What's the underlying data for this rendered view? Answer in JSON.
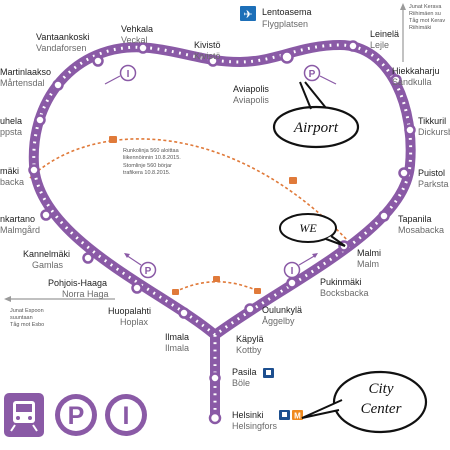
{
  "colors": {
    "rail": "#8a5aa6",
    "rail_light": "#b596c7",
    "bus_route": "#e07a3a",
    "airport_box": "#1d6fb8",
    "text": "#1e1e1e",
    "grey": "#9a9a9a"
  },
  "stations": {
    "lentoasema": {
      "fi": "Lentoasema",
      "sv": "Flygplatsen"
    },
    "leinela": {
      "fi": "Leinelä",
      "sv": "Lejle"
    },
    "kivisto": {
      "fi": "Kivistö",
      "sv": "Kivistö"
    },
    "vehkala": {
      "fi": "Vehkala",
      "sv": "Veckal"
    },
    "vantaankoski": {
      "fi": "Vantaankoski",
      "sv": "Vandaforsen"
    },
    "martinlaakso": {
      "fi": "Martinlaakso",
      "sv": "Mårtensdal"
    },
    "louhela": {
      "fi": "uhela",
      "sv": "ppsta"
    },
    "myyrmaki": {
      "fi": "mäki",
      "sv": "backa"
    },
    "malminkartano": {
      "fi": "nkartano",
      "sv": "Malmgård"
    },
    "kannelmaki": {
      "fi": "Kannelmäki",
      "sv": "Gamlas"
    },
    "pohjois_haaga": {
      "fi": "Pohjois-Haaga",
      "sv": "Norra Haga"
    },
    "huopalahti": {
      "fi": "Huopalahti",
      "sv": "Hoplax"
    },
    "ilmala": {
      "fi": "Ilmala",
      "sv": "Ilmala"
    },
    "pasila": {
      "fi": "Pasila",
      "sv": "Böle"
    },
    "helsinki": {
      "fi": "Helsinki",
      "sv": "Helsingfors"
    },
    "kapyla": {
      "fi": "Käpylä",
      "sv": "Kottby"
    },
    "oulunkyla": {
      "fi": "Oulunkylä",
      "sv": "Åggelby"
    },
    "pukinmaki": {
      "fi": "Pukinmäki",
      "sv": "Bocksbacka"
    },
    "malmi": {
      "fi": "Malmi",
      "sv": "Malm"
    },
    "tapanila": {
      "fi": "Tapanila",
      "sv": "Mosabacka"
    },
    "puistola": {
      "fi": "Puistol",
      "sv": "Parksta"
    },
    "tikkurila": {
      "fi": "Tikkuril",
      "sv": "Dickursb"
    },
    "hiekkaharju": {
      "fi": "Hiekkaharju",
      "sv": "Sandkulla"
    },
    "aviapolis": {
      "fi": "Aviapolis",
      "sv": "Aviapolis"
    }
  },
  "notes": {
    "bus_route": [
      "Runkolinja 560 aloittaa",
      "liikennöinnin 10.8.2015.",
      "Stomlinje 560 börjar",
      "trafikera 10.8.2015."
    ],
    "kerava": [
      "Junat Kerava",
      "Riihimäen su",
      "Tåg mot Kerav",
      "Riihimäki"
    ],
    "espoo": [
      "Junat Espoon",
      "suuntaan",
      "Tåg mot Esbo"
    ]
  },
  "symbols": {
    "ring_i": "I",
    "ring_p": "P",
    "metro": "M",
    "legend_p": "P",
    "legend_i": "I"
  },
  "callouts": {
    "airport": "Airport",
    "we": "WE",
    "city_center_1": "City",
    "city_center_2": "Center"
  },
  "legend_icons": [
    "train-icon",
    "park-and-ride-icon",
    "info-icon"
  ]
}
